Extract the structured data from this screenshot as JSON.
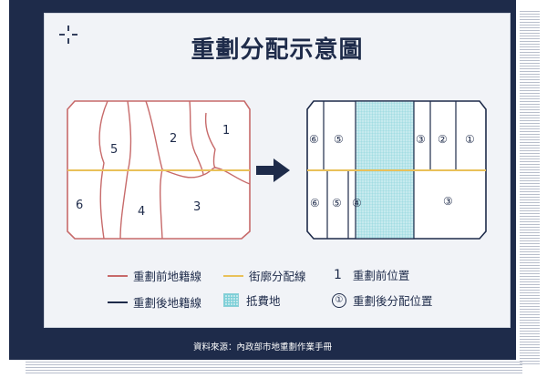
{
  "title": "重劃分配示意圖",
  "source": "資料來源：內政部市地重劃作業手冊",
  "colors": {
    "navy": "#1e2b4a",
    "red_line": "#c76a6a",
    "yellow_line": "#e9c15a",
    "teal": "#7ccfd8"
  },
  "before": {
    "labels": [
      "1",
      "2",
      "5",
      "6",
      "4",
      "3"
    ]
  },
  "after": {
    "top_labels": [
      "⑥",
      "⑤",
      "③",
      "②",
      "①"
    ],
    "bottom_labels": [
      "⑥",
      "⑤",
      "④",
      "③"
    ]
  },
  "legend": {
    "before_boundary": "重劃前地籍線",
    "street_line": "街廓分配線",
    "before_position_num": "1",
    "before_position": "重劃前位置",
    "after_boundary": "重劃後地籍線",
    "offset_land": "抵費地",
    "after_position_num": "①",
    "after_position": "重劃後分配位置"
  },
  "arrow_icon": "right-arrow-icon"
}
